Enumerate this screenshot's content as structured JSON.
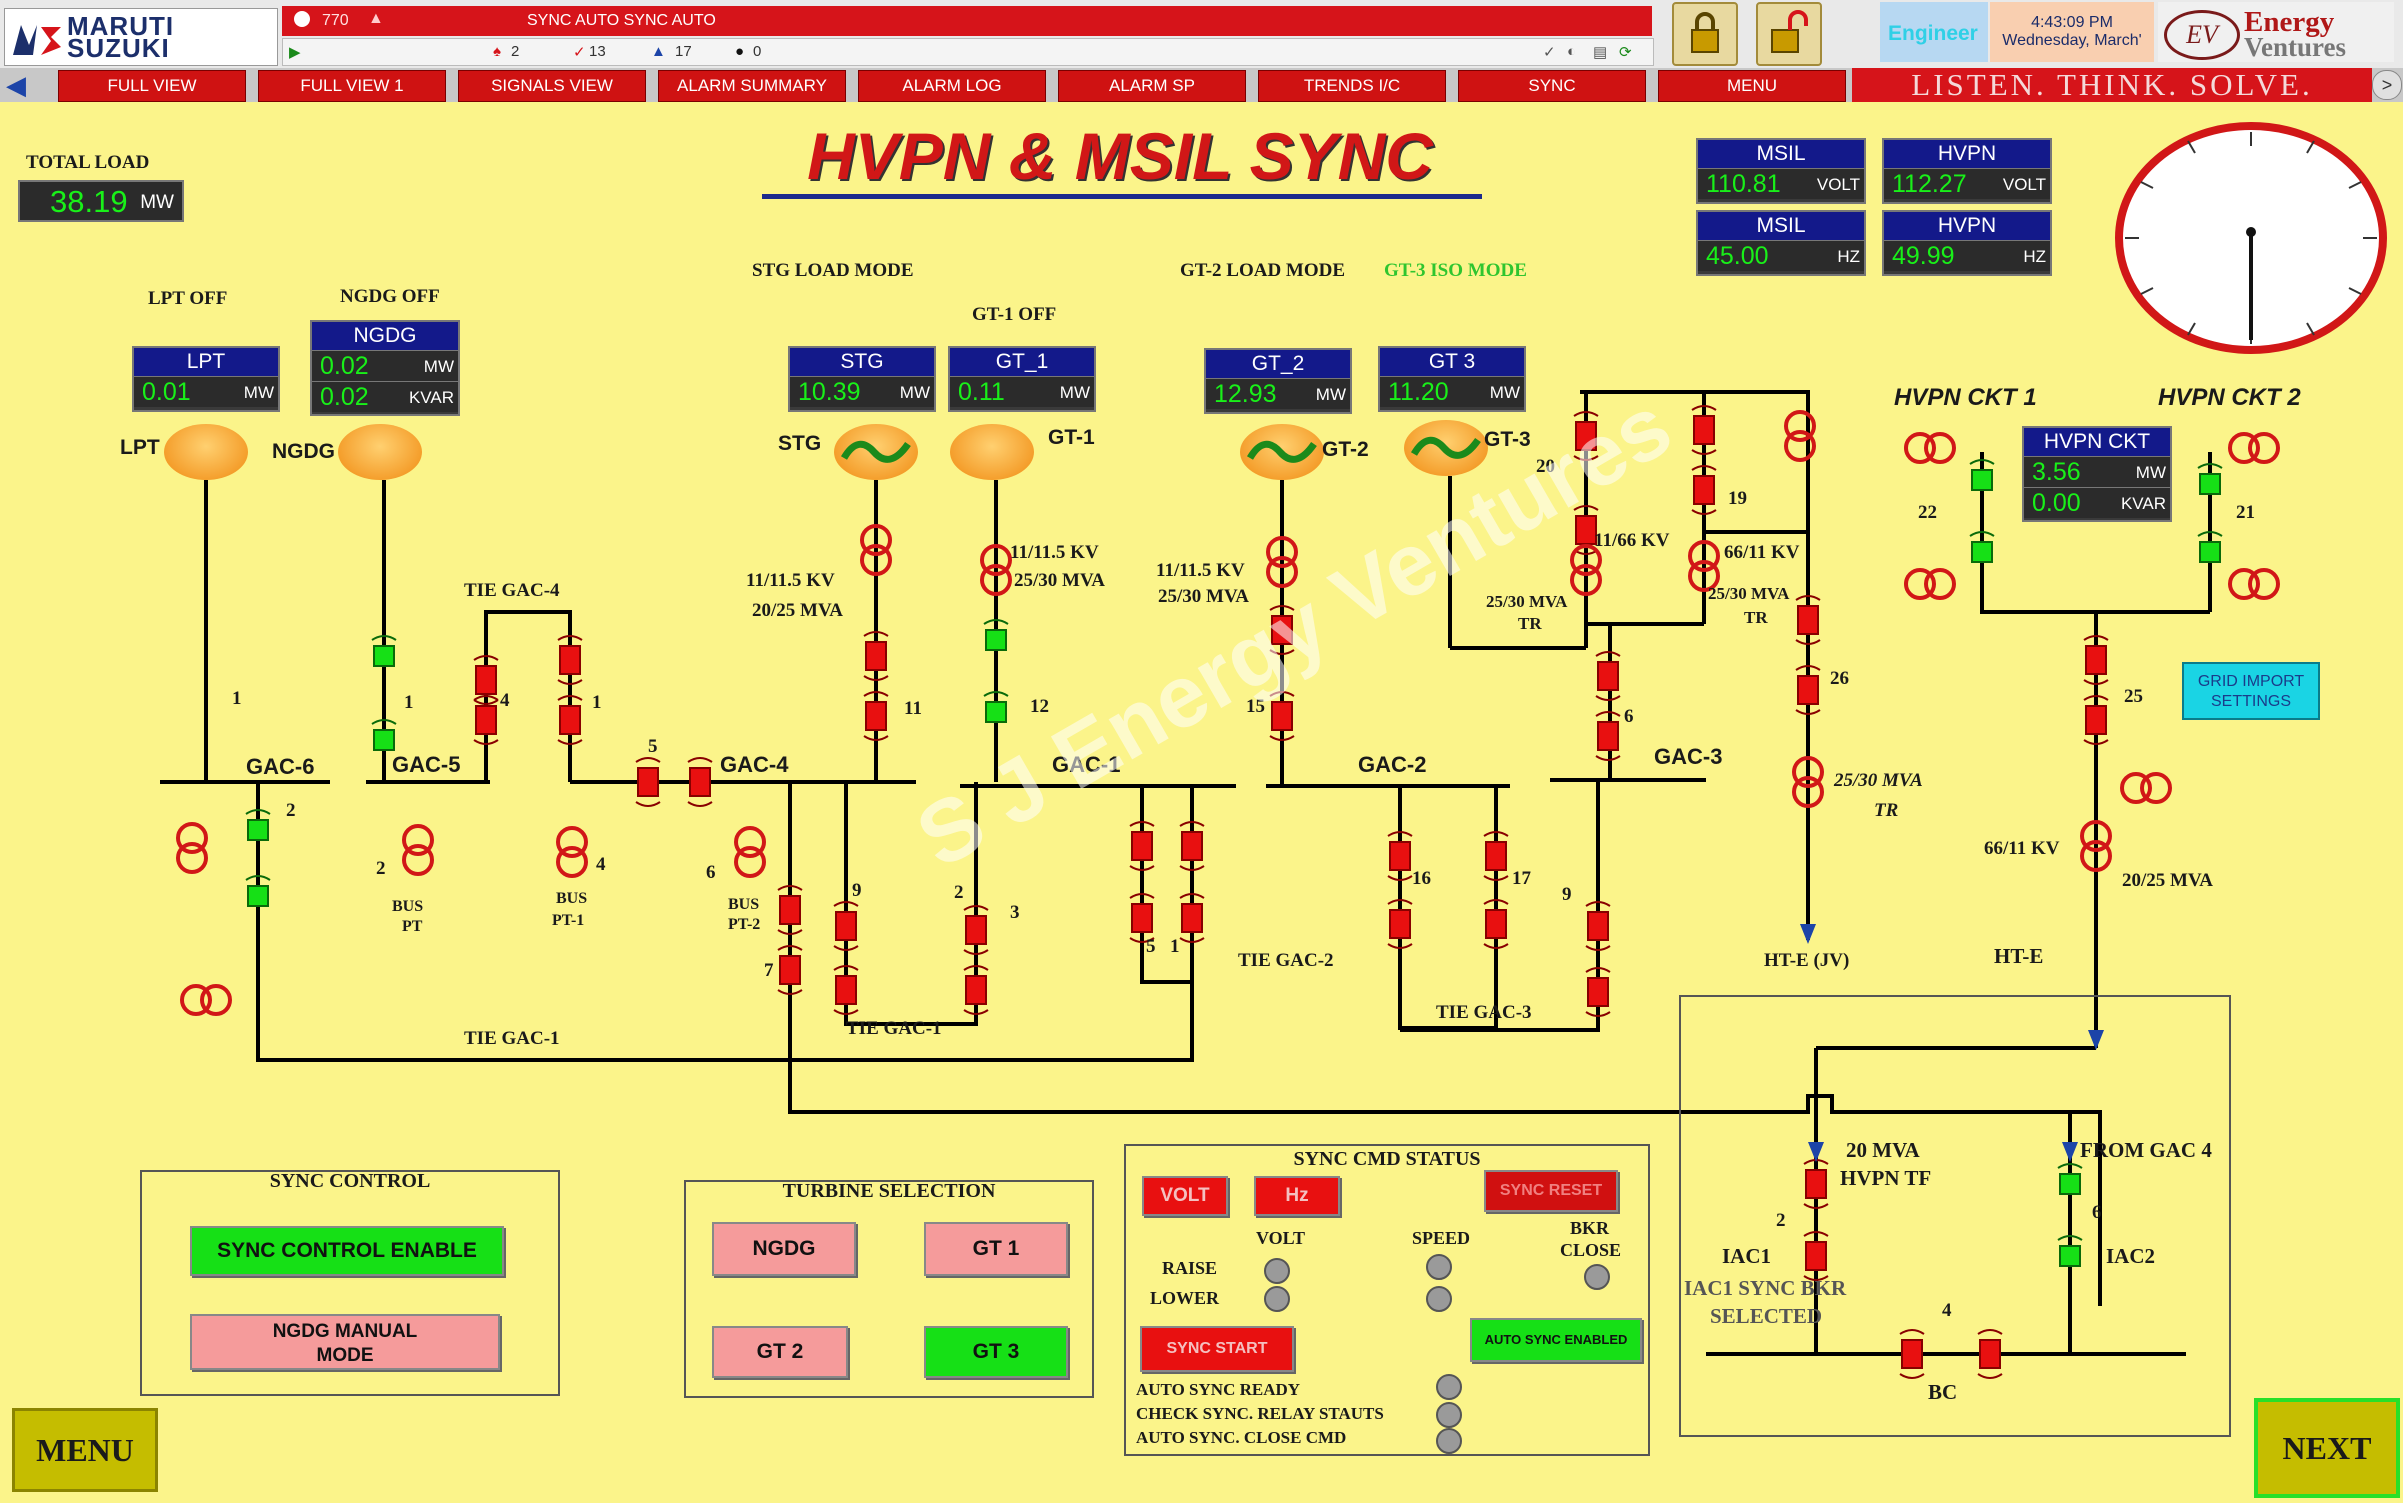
{
  "topbar": {
    "logo_line1": "MARUTI",
    "logo_line2": "SUZUKI",
    "alarm_count": "770",
    "alarm_message": "SYNC AUTO SYNC AUTO",
    "stat_1": "2",
    "stat_2": "13",
    "stat_3": "17",
    "stat_4": "0",
    "user": "Engineer",
    "time": "4:43:09 PM",
    "date": "Wednesday, March'",
    "ev_logo": "EV",
    "ev_line1": "Energy",
    "ev_line2": "Ventures",
    "slogan": "LISTEN. THINK. SOLVE."
  },
  "nav": [
    "FULL VIEW",
    "FULL VIEW 1",
    "SIGNALS VIEW",
    "ALARM SUMMARY",
    "ALARM LOG",
    "ALARM SP",
    "TRENDS I/C",
    "SYNC",
    "MENU"
  ],
  "page": {
    "title": "HVPN & MSIL SYNC",
    "total_load_label": "TOTAL LOAD",
    "total_load_value": "38.19",
    "total_load_unit": "MW",
    "watermark": "S J Energy Ventures"
  },
  "grid_meters": {
    "msil_volt": {
      "name": "MSIL",
      "value": "110.81",
      "unit": "VOLT"
    },
    "hvpn_volt": {
      "name": "HVPN",
      "value": "112.27",
      "unit": "VOLT"
    },
    "msil_hz": {
      "name": "MSIL",
      "value": "45.00",
      "unit": "HZ"
    },
    "hvpn_hz": {
      "name": "HVPN",
      "value": "49.99",
      "unit": "HZ"
    }
  },
  "modes": {
    "lpt": "LPT OFF",
    "ngdg": "NGDG OFF",
    "stg": "STG LOAD MODE",
    "gt1": "GT-1 OFF",
    "gt2": "GT-2 LOAD MODE",
    "gt3": "GT-3 ISO MODE"
  },
  "gens": {
    "lpt": {
      "name": "LPT",
      "mw": "0.01",
      "unit": "MW",
      "tag": "LPT"
    },
    "ngdg": {
      "name": "NGDG",
      "mw": "0.02",
      "kvar": "0.02",
      "unit": "MW",
      "unit2": "KVAR",
      "tag": "NGDG"
    },
    "stg": {
      "name": "STG",
      "mw": "10.39",
      "unit": "MW",
      "tag": "STG"
    },
    "gt1": {
      "name": "GT_1",
      "mw": "0.11",
      "unit": "MW",
      "tag": "GT-1"
    },
    "gt2": {
      "name": "GT_2",
      "mw": "12.93",
      "unit": "MW",
      "tag": "GT-2"
    },
    "gt3": {
      "name": "GT 3",
      "mw": "11.20",
      "unit": "MW",
      "tag": "GT-3"
    }
  },
  "hvpn": {
    "ckt1": "HVPN CKT 1",
    "ckt2": "HVPN CKT 2",
    "meter_name": "HVPN CKT",
    "mw": "3.56",
    "kvar": "0.00",
    "unit": "MW",
    "unit2": "KVAR",
    "grid_btn": "GRID IMPORT SETTINGS"
  },
  "diagram_labels": {
    "gac6": "GAC-6",
    "gac5": "GAC-5",
    "gac4": "GAC-4",
    "gac1": "GAC-1",
    "gac2": "GAC-2",
    "gac3": "GAC-3",
    "tie_gac4": "TIE GAC-4",
    "tie_gac1a": "TIE GAC-1",
    "tie_gac1b": "TIE GAC-1",
    "tie_gac2": "TIE GAC-2",
    "tie_gac3": "TIE GAC-3",
    "tf_stg": "11/11.5 KV",
    "tf_stg2": "20/25 MVA",
    "tf_gt1": "11/11.5 KV",
    "tf_gt1b": "25/30 MVA",
    "tf_gt2": "11/11.5 KV",
    "tf_gt2b": "25/30 MVA",
    "tf_66": "11/66 KV",
    "tf_6611": "66/11 KV",
    "tf_2530": "25/30 MVA",
    "tr": "TR",
    "tf_2530b": "25/30 MVA",
    "tr2": "TR",
    "tf_2530c": "25/30 MVA",
    "tr3": "TR",
    "hte_jv": "HT-E (JV)",
    "hte": "HT-E",
    "tf_6611b": "66/11 KV",
    "tf_2025": "20/25 MVA",
    "bus_pt": "BUS",
    "bus_pt2": "PT",
    "bus_pt1": "BUS",
    "bus_pt1b": "PT-1",
    "bus_pt2a": "BUS",
    "bus_pt2b": "PT-2",
    "n1": "1",
    "n1b": "1",
    "n1c": "1",
    "n1d": "1",
    "n2": "2",
    "n2b": "2",
    "n2c": "2",
    "n3": "3",
    "n4": "4",
    "n4b": "4",
    "n5": "5",
    "n5b": "5",
    "n6": "6",
    "n6b": "6",
    "n7": "7",
    "n9": "9",
    "n9b": "9",
    "n11": "11",
    "n12": "12",
    "n15": "15",
    "n16": "16",
    "n17": "17",
    "n19": "19",
    "n20": "20",
    "n21": "21",
    "n22": "22",
    "n25": "25",
    "n26": "26",
    "tf20": "20 MVA",
    "tf20b": "HVPN TF",
    "from_gac4": "FROM GAC 4",
    "iac1": "IAC1",
    "iac2": "IAC2",
    "iac_sync": "IAC1 SYNC BKR",
    "iac_sel": "SELECTED",
    "n2d": "2",
    "n6c": "6",
    "n4c": "4",
    "bc": "BC"
  },
  "sync_control": {
    "title": "SYNC CONTROL",
    "enable": "SYNC CONTROL ENABLE",
    "manual_l1": "NGDG MANUAL",
    "manual_l2": "MODE"
  },
  "turbine": {
    "title": "TURBINE SELECTION",
    "ngdg": "NGDG",
    "gt1": "GT 1",
    "gt2": "GT 2",
    "gt3": "GT 3"
  },
  "sync_cmd": {
    "title": "SYNC CMD STATUS",
    "volt_btn": "VOLT",
    "hz_btn": "Hz",
    "reset": "SYNC RESET",
    "volt": "VOLT",
    "speed": "SPEED",
    "bkr1": "BKR",
    "bkr2": "CLOSE",
    "raise": "RAISE",
    "lower": "LOWER",
    "start": "SYNC START",
    "auto_enabled": "AUTO SYNC ENABLED",
    "ready": "AUTO SYNC READY",
    "check": "CHECK SYNC. RELAY STAUTS",
    "close_cmd": "AUTO SYNC. CLOSE CMD"
  },
  "footer": {
    "menu": "MENU",
    "next": "NEXT"
  },
  "colors": {
    "background": "#fbf48a",
    "breaker_closed": "#e81010",
    "breaker_open": "#16e016",
    "line": "#000000",
    "title": "#d11717"
  }
}
